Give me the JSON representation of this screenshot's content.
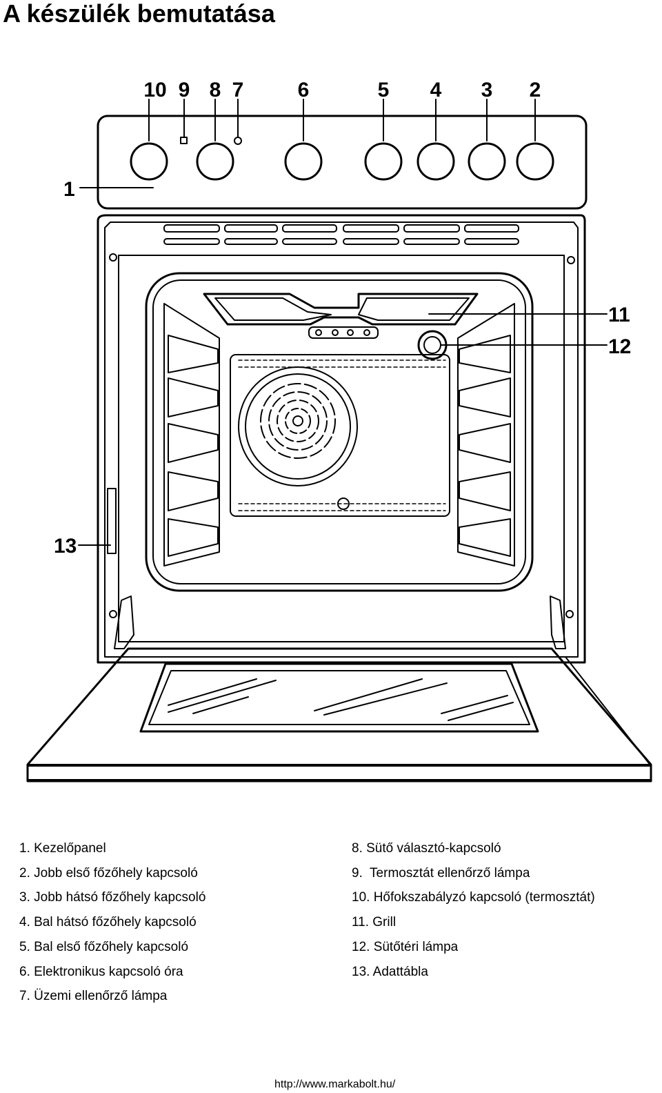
{
  "page": {
    "title": "A készülék bemutatása",
    "footer_url": "http://www.markabolt.hu/"
  },
  "diagram": {
    "callouts": [
      "1",
      "2",
      "3",
      "4",
      "5",
      "6",
      "7",
      "8",
      "9",
      "10",
      "11",
      "12",
      "13"
    ]
  },
  "legend": {
    "left": [
      "1. Kezelőpanel",
      "2. Jobb első főzőhely kapcsoló",
      "3. Jobb hátsó főzőhely kapcsoló",
      "4. Bal hátsó főzőhely kapcsoló",
      "5. Bal első főzőhely kapcsoló",
      "6. Elektronikus kapcsoló óra",
      "7. Üzemi ellenőrző lámpa"
    ],
    "right": [
      "8. Sütő választó-kapcsoló",
      "9.  Termosztát ellenőrző lámpa",
      "10. Hőfokszabályzó kapcsoló (termosztát)",
      "11. Grill",
      "12. Sütőtéri lámpa",
      "13. Adattábla"
    ]
  }
}
